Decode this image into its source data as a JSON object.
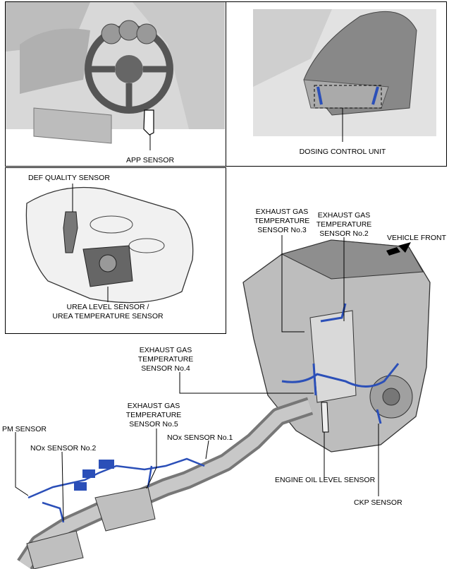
{
  "labels": {
    "app_sensor": "APP SENSOR",
    "dosing_control_unit": "DOSING CONTROL UNIT",
    "def_quality_sensor": "DEF QUALITY SENSOR",
    "urea_level_line1": "UREA LEVEL SENSOR /",
    "urea_level_line2": "UREA TEMPERATURE SENSOR",
    "egt3_line1": "EXHAUST GAS",
    "egt3_line2": "TEMPERATURE",
    "egt3_line3": "SENSOR No.3",
    "egt2_line1": "EXHAUST GAS",
    "egt2_line2": "TEMPERATURE",
    "egt2_line3": "SENSOR No.2",
    "vehicle_front": "VEHICLE FRONT",
    "egt4_line1": "EXHAUST GAS",
    "egt4_line2": "TEMPERATURE",
    "egt4_line3": "SENSOR No.4",
    "egt5_line1": "EXHAUST GAS",
    "egt5_line2": "TEMPERATURE",
    "egt5_line3": "SENSOR No.5",
    "pm_sensor": "PM SENSOR",
    "nox_sensor_2": "NOx SENSOR No.2",
    "nox_sensor_1": "NOx SENSOR No.1",
    "engine_oil_level_sensor": "ENGINE OIL LEVEL SENSOR",
    "ckp_sensor": "CKP SENSOR"
  },
  "colors": {
    "harness_blue": "#2b4fb8",
    "line_black": "#000000",
    "part_gray": "#9a9a9a",
    "dark_gray": "#555555"
  },
  "icons": {
    "vehicle_front_arrow": "arrow-icon"
  }
}
